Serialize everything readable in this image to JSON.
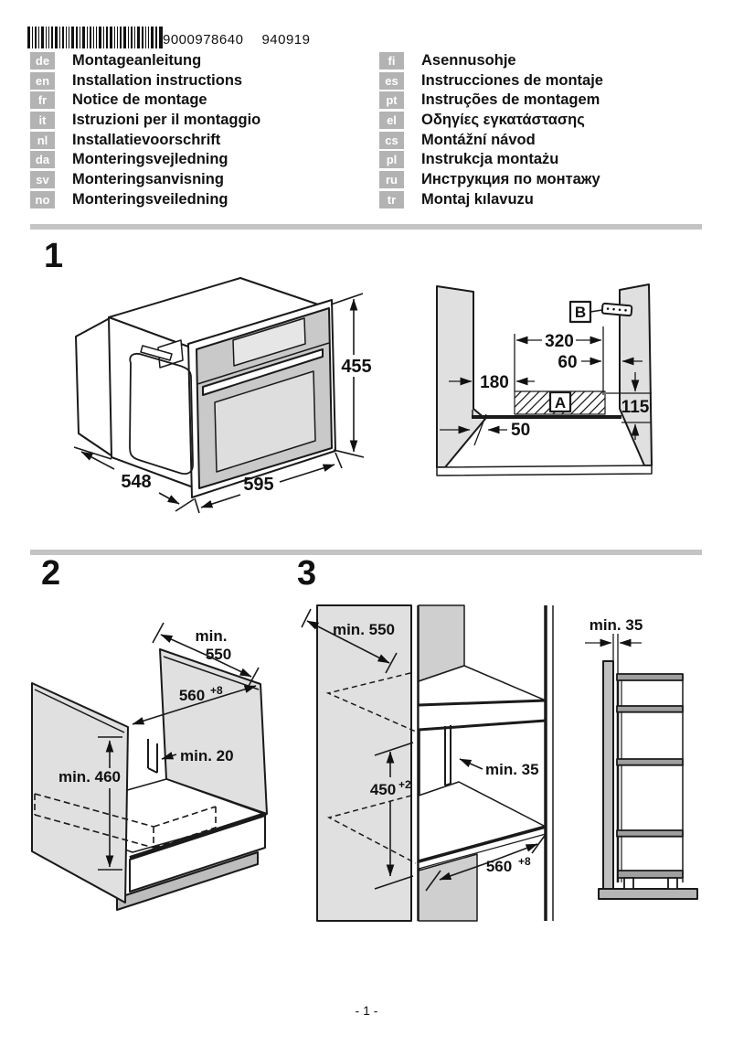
{
  "header": {
    "barcode_number": "9000978640",
    "date_code": "940919",
    "languages_left": [
      {
        "code": "de",
        "title": "Montageanleitung"
      },
      {
        "code": "en",
        "title": "Installation instructions"
      },
      {
        "code": "fr",
        "title": "Notice de montage"
      },
      {
        "code": "it",
        "title": "Istruzioni per il montaggio"
      },
      {
        "code": "nl",
        "title": "Installatievoorschrift"
      },
      {
        "code": "da",
        "title": "Monteringsvejledning"
      },
      {
        "code": "sv",
        "title": "Monteringsanvisning"
      },
      {
        "code": "no",
        "title": "Monteringsveiledning"
      }
    ],
    "languages_right": [
      {
        "code": "fi",
        "title": "Asennusohje"
      },
      {
        "code": "es",
        "title": "Instrucciones de montaje"
      },
      {
        "code": "pt",
        "title": "Instruções de montagem"
      },
      {
        "code": "el",
        "title": "Οδηγίες εγκατάστασης"
      },
      {
        "code": "cs",
        "title": "Montážní návod"
      },
      {
        "code": "pl",
        "title": "Instrukcja montażu"
      },
      {
        "code": "ru",
        "title": "Инструкция по монтажу"
      },
      {
        "code": "tr",
        "title": "Montaj kılavuzu"
      }
    ]
  },
  "figures": {
    "fig1": {
      "number": "1",
      "oven": {
        "height": "455",
        "depth": "548",
        "width": "595"
      },
      "niche": {
        "area_label": "A",
        "bracket_label": "B",
        "top_width": "320",
        "bracket_offset": "60",
        "left_offset": "180",
        "right_height": "115",
        "front_offset": "50"
      }
    },
    "fig2": {
      "number": "2",
      "depth_line1": "min.",
      "depth_line2": "550",
      "width_base": "560",
      "width_sup": "+8",
      "rear_gap": "min. 20",
      "niche_height": "min. 460"
    },
    "fig3": {
      "number": "3",
      "depth": "min. 550",
      "height_base": "450",
      "height_sup": "+2",
      "side_clearance": "min. 35",
      "width_base": "560",
      "width_sup": "+8",
      "wall_clearance": "min. 35"
    }
  },
  "footer": {
    "page_number": "- 1 -"
  }
}
